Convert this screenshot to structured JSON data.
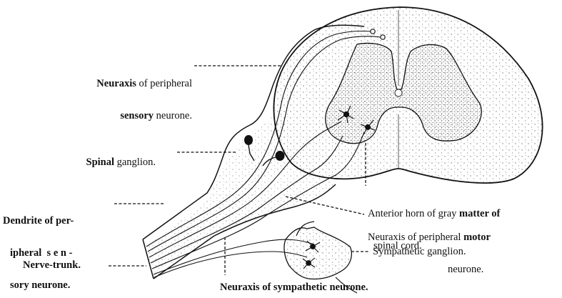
{
  "labels": {
    "sensory_neuraxis": {
      "bold": "Neuraxis",
      "l1_rest": " of peripheral",
      "l2_bold": "sensory",
      "l2_rest": " neurone."
    },
    "spinal_ganglion": {
      "bold": "Spinal",
      "rest": " ganglion."
    },
    "dendrite": {
      "l1": "Dendrite of per-",
      "l2": "ipheral  s e n -",
      "l3": "sory neurone."
    },
    "nerve_trunk": "Nerve-trunk.",
    "anterior_horn": {
      "l1": "Anterior horn of gray ",
      "l1_bold": "matter of",
      "l2": "spinal cord."
    },
    "motor_neuraxis": {
      "l1": "Neuraxis of peripheral ",
      "l1_bold": "motor",
      "l2": "neurone."
    },
    "sympathetic_ganglion": "Sympathetic ganglion.",
    "sympathetic_neuraxis": "Neuraxis of sympathetic neurone."
  }
}
